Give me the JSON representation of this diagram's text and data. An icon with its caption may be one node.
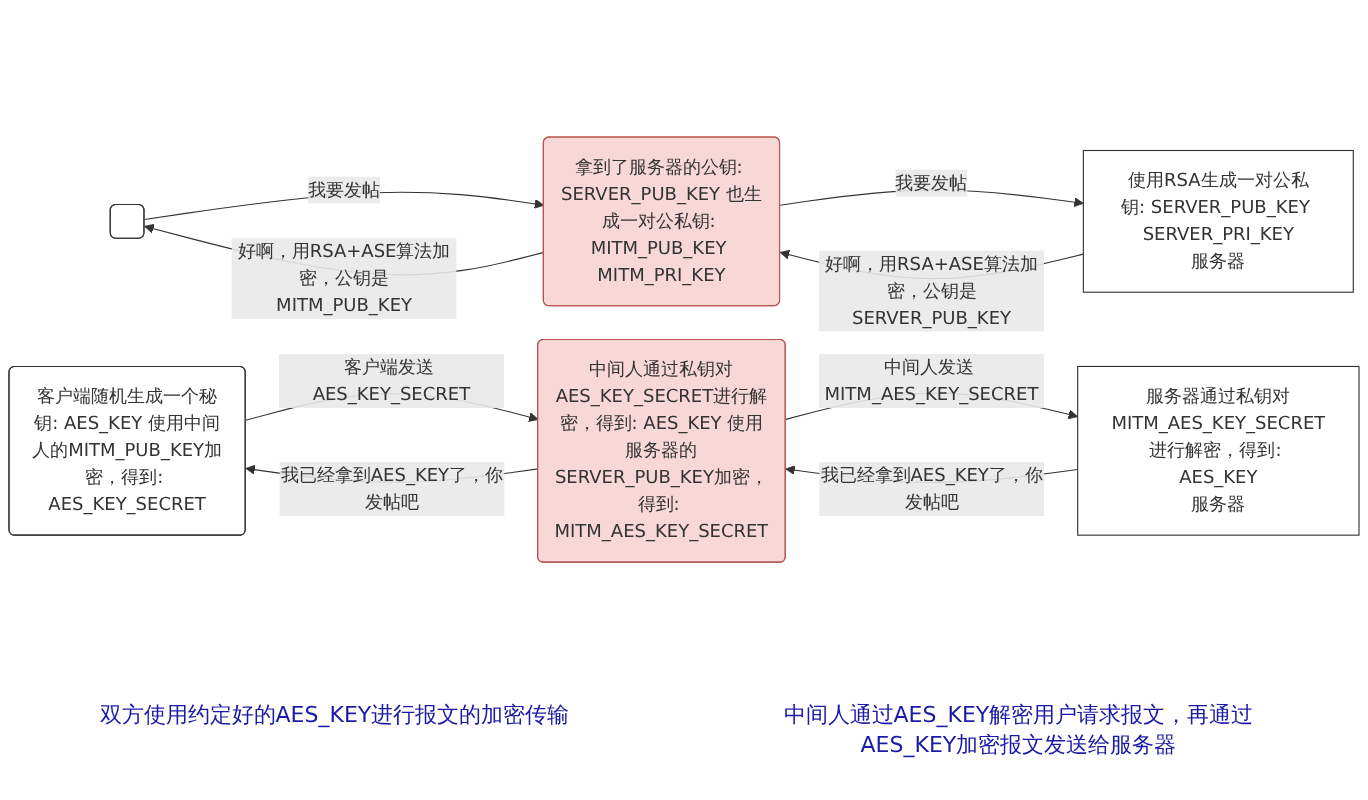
{
  "diagram": {
    "nodes": [
      {
        "text": [],
        "shape": "person"
      },
      {
        "text": [
          "拿到了服务器的公钥: SERVER_PUB_KEY 也生成一对公私钥: MITM_PUB_KEY MITM_PRI_KEY"
        ]
      },
      {
        "text": [
          "使用RSA生成一对公私钥: SERVER_PUB_KEY SERVER_PRI_KEY",
          "服务器"
        ]
      },
      {
        "text": [
          "客户端随机生成一个秘钥: AES_KEY 使用中间人的MITM_PUB_KEY加密，得到: AES_KEY_SECRET"
        ]
      },
      {
        "text": [
          "中间人通过私钥对AES_KEY_SECRET进行解密，得到: AES_KEY 使用服务器的SERVER_PUB_KEY加密，得到: MITM_AES_KEY_SECRET"
        ]
      },
      {
        "text": [
          "服务器通过私钥对MITM_AES_KEY_SECRET进行解密，得到: AES_KEY",
          "服务器"
        ]
      }
    ],
    "edges": [
      {
        "from": 0,
        "to": 1,
        "arrow": "to",
        "label": "我要发帖"
      },
      {
        "from": 1,
        "to": 0,
        "arrow": "to",
        "label": "好啊，用RSA+ASE算法加密，公钥是MITM_PUB_KEY"
      },
      {
        "from": 1,
        "to": 2,
        "arrow": "to",
        "label": "我要发帖"
      },
      {
        "from": 2,
        "to": 1,
        "arrow": "to",
        "label": "好啊，用RSA+ASE算法加密，公钥是SERVER_PUB_KEY"
      },
      {
        "from": 3,
        "to": 4,
        "arrow": "to",
        "label": "客户端发送 AES_KEY_SECRET"
      },
      {
        "from": 4,
        "to": 3,
        "arrow": "to",
        "label": "我已经拿到AES_KEY了，你发帖吧"
      },
      {
        "from": 4,
        "to": 5,
        "arrow": "to",
        "label": "中间人发送 MITM_AES_KEY_SECRET"
      },
      {
        "from": 5,
        "to": 4,
        "arrow": "to",
        "label": "我已经拿到AES_KEY了，你发帖吧"
      }
    ],
    "labels": [
      "双方使用约定好的AES_KEY进行报文的加密传输",
      "中间人通过AES_KEY解密用户请求报文，再通过AES_KEY加密报文发送给服务器"
    ]
  }
}
